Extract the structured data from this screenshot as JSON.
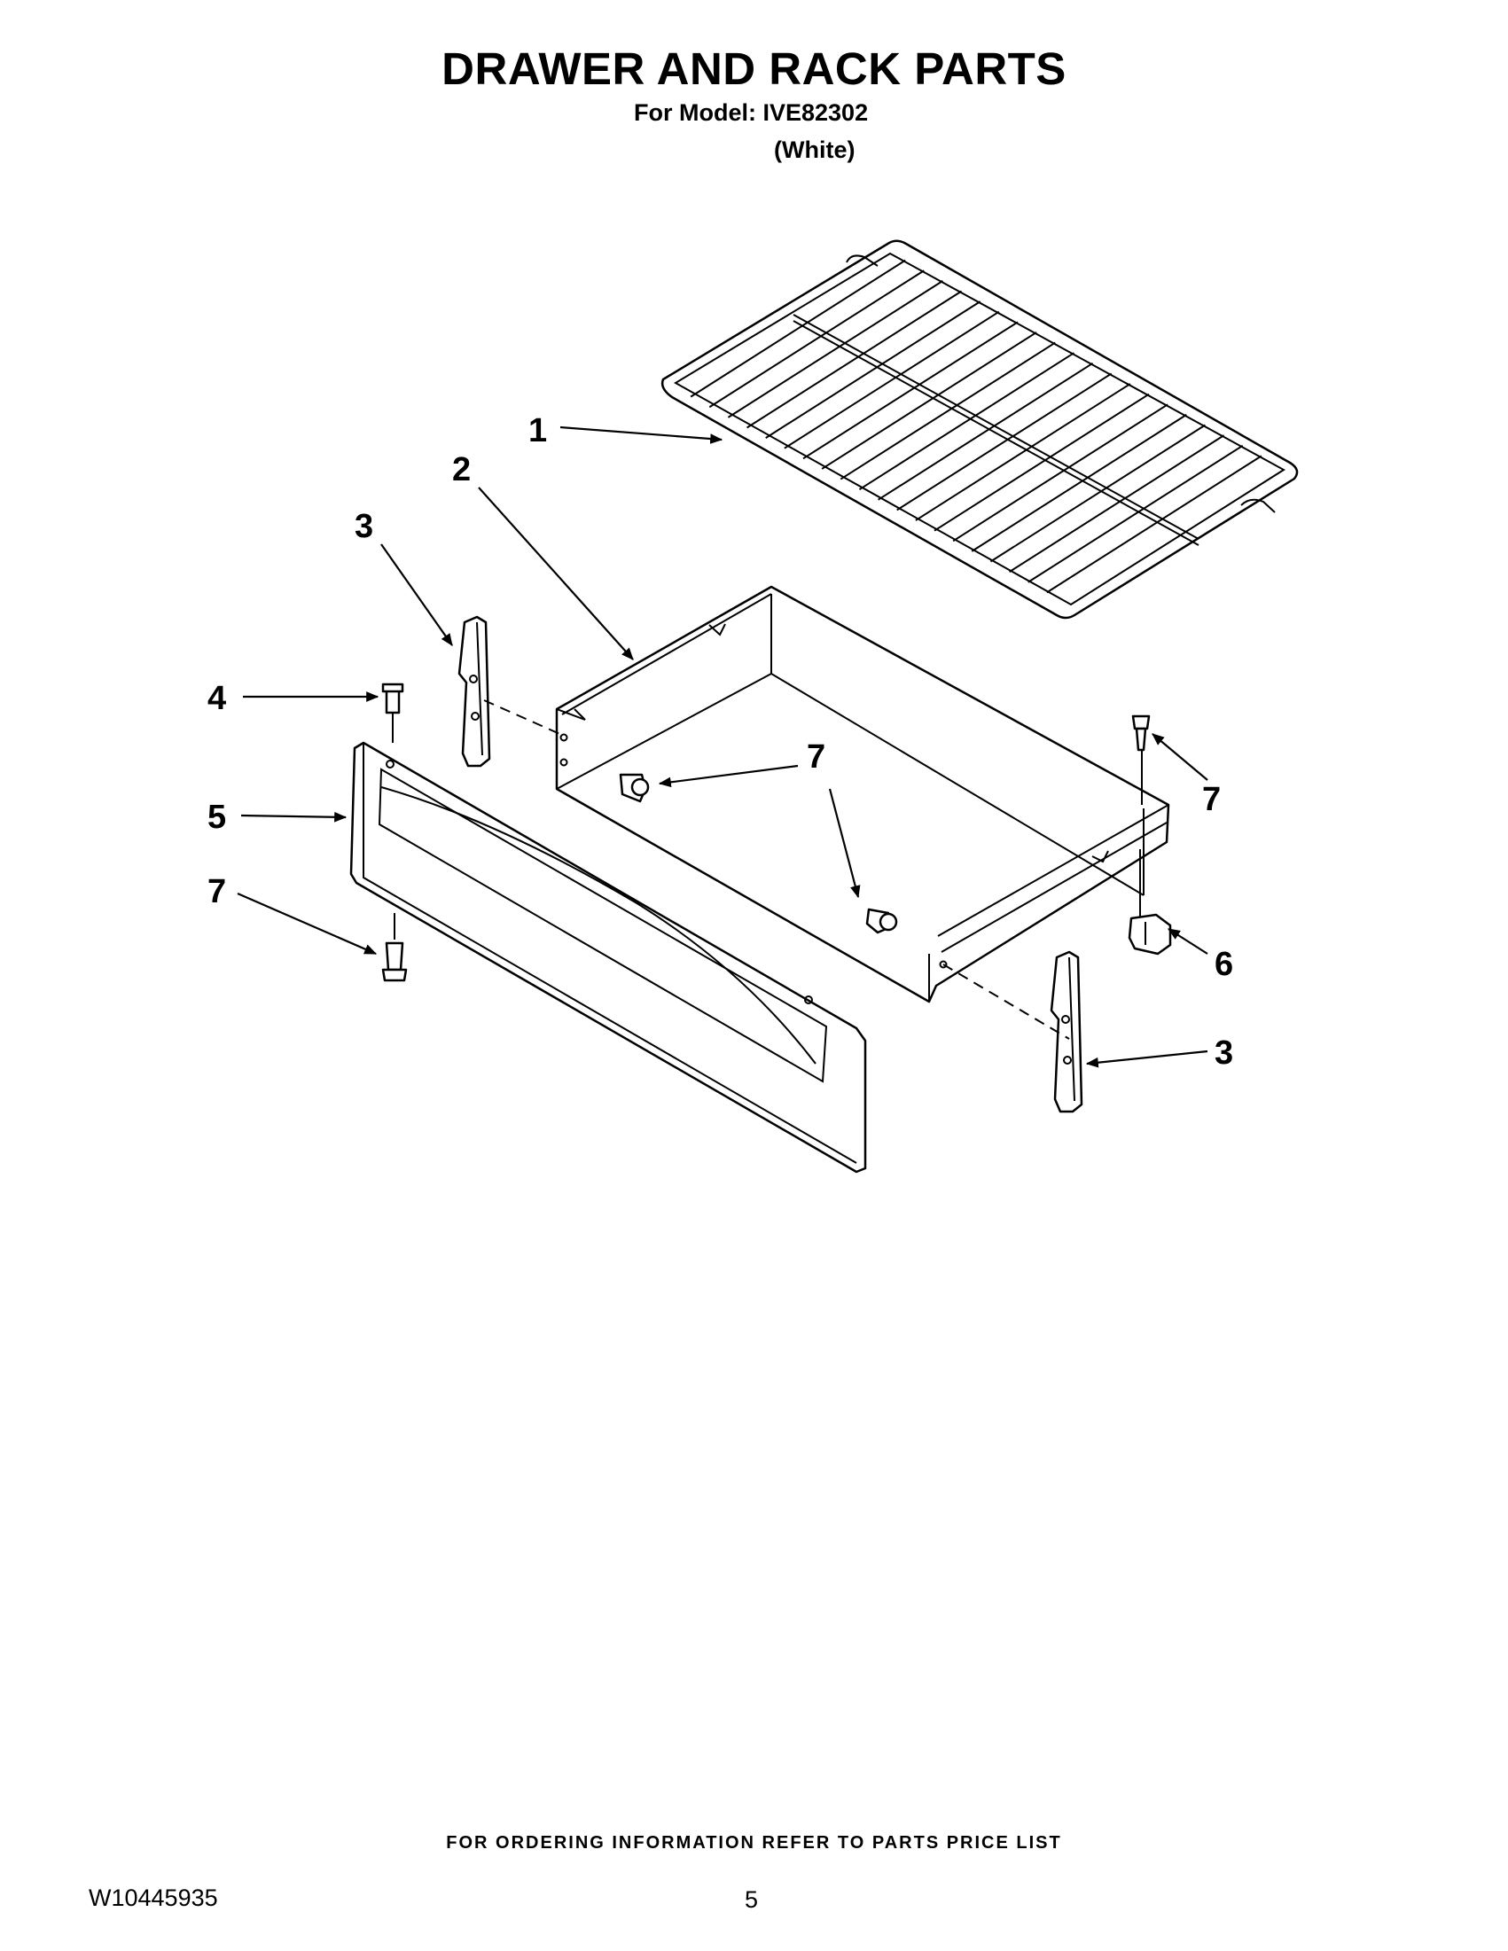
{
  "header": {
    "title": "DRAWER AND RACK PARTS",
    "model_line": "For Model: IVE82302",
    "color_line": "(White)"
  },
  "callouts": {
    "rack": "1",
    "drawer": "2",
    "glide_left": "3",
    "glide_right": "3",
    "screw_top": "4",
    "drawer_front": "5",
    "screw_front": "7",
    "screw_drawer_left": "7",
    "screw_drawer_right": "7",
    "screw_drawer_top": "7",
    "bracket": "6"
  },
  "footer": {
    "ordering_note": "FOR ORDERING INFORMATION REFER TO PARTS PRICE LIST",
    "doc_number": "W10445935",
    "page_number": "5"
  }
}
